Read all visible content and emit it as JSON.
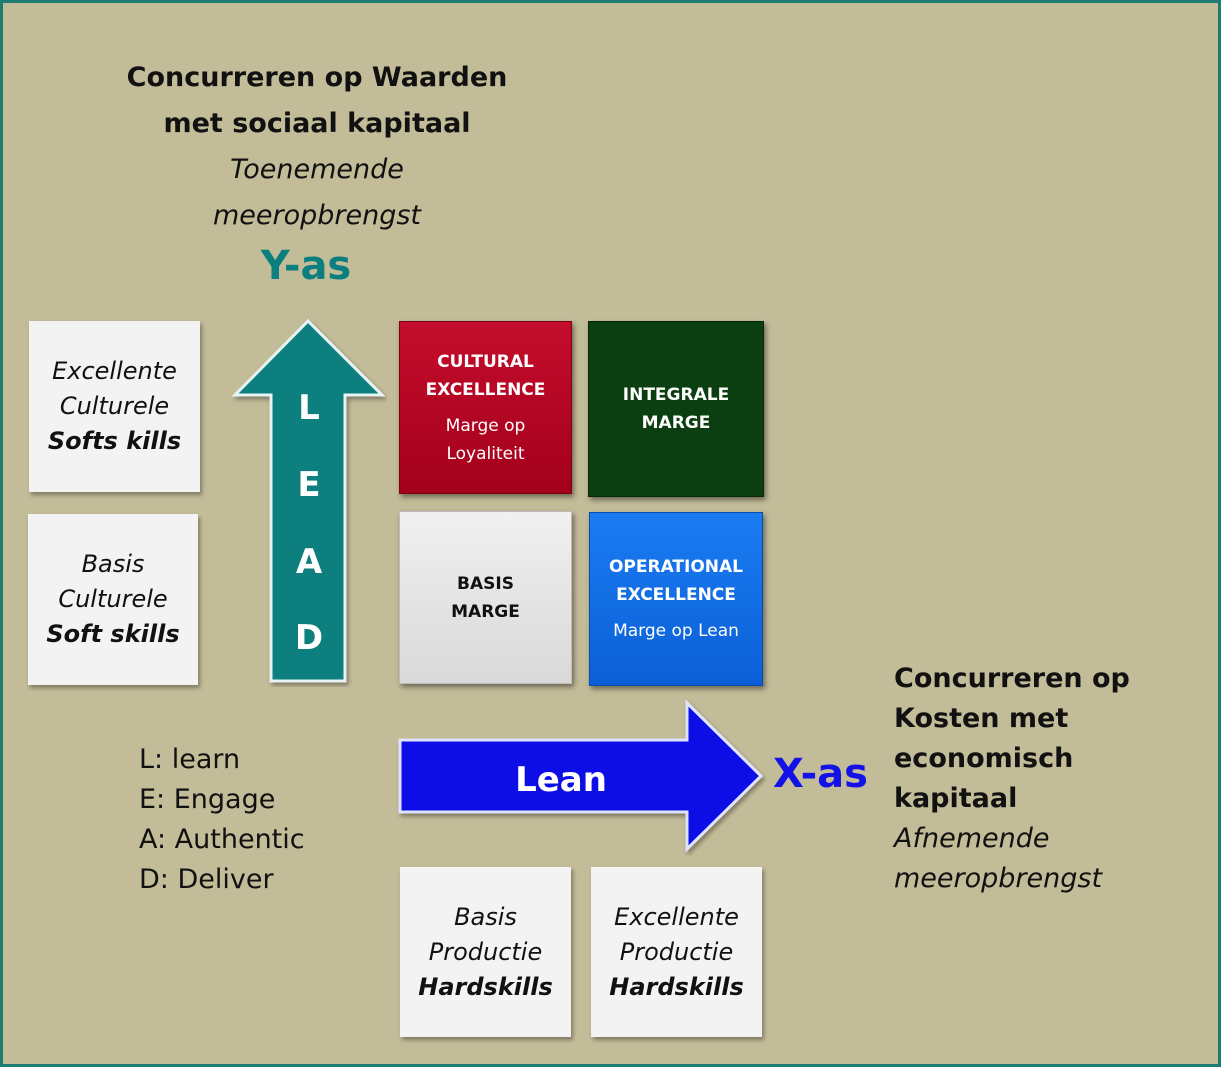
{
  "y_axis": {
    "title_line1": "Concurreren op Waarden",
    "title_line2": "met sociaal kapitaal",
    "subtitle_line1": "Toenemende",
    "subtitle_line2": "meeropbrengst",
    "label": "Y-as",
    "arrow_letters": [
      "L",
      "E",
      "A",
      "D"
    ],
    "arrow_color": "#0a7f7e"
  },
  "culture_boxes": [
    {
      "line1": "Excellente",
      "line2": "Culturele",
      "line3": "Softs kills"
    },
    {
      "line1": "Basis",
      "line2": "Culturele",
      "line3": "Soft skills"
    }
  ],
  "quadrants": {
    "cultural": {
      "title1": "CULTURAL",
      "title2": "EXCELLENCE",
      "sub1": "Marge op",
      "sub2": "Loyaliteit",
      "color": "#b4001f"
    },
    "integrale": {
      "title1": "INTEGRALE",
      "title2": "MARGE",
      "color": "#0b3e10"
    },
    "basis": {
      "title1": "BASIS",
      "title2": "MARGE",
      "color": "#e3e3e3"
    },
    "operational": {
      "title1": "OPERATIONAL",
      "title2": "EXCELLENCE",
      "sub1": "Marge op Lean",
      "color": "#1570e8"
    }
  },
  "legend": [
    "L: learn",
    "E: Engage",
    "A: Authentic",
    "D: Deliver"
  ],
  "x_axis": {
    "arrow_label": "Lean",
    "arrow_color": "#0808e6",
    "label": "X-as",
    "title_line1": "Concurreren op",
    "title_line2": "Kosten met",
    "title_line3": "economisch",
    "title_line4": "kapitaal",
    "subtitle_line1": "Afnemende",
    "subtitle_line2": "meeropbrengst"
  },
  "production_boxes": [
    {
      "line1": "Basis",
      "line2": "Productie",
      "line3": "Hardskills"
    },
    {
      "line1": "Excellente",
      "line2": "Productie",
      "line3": "Hardskills"
    }
  ]
}
